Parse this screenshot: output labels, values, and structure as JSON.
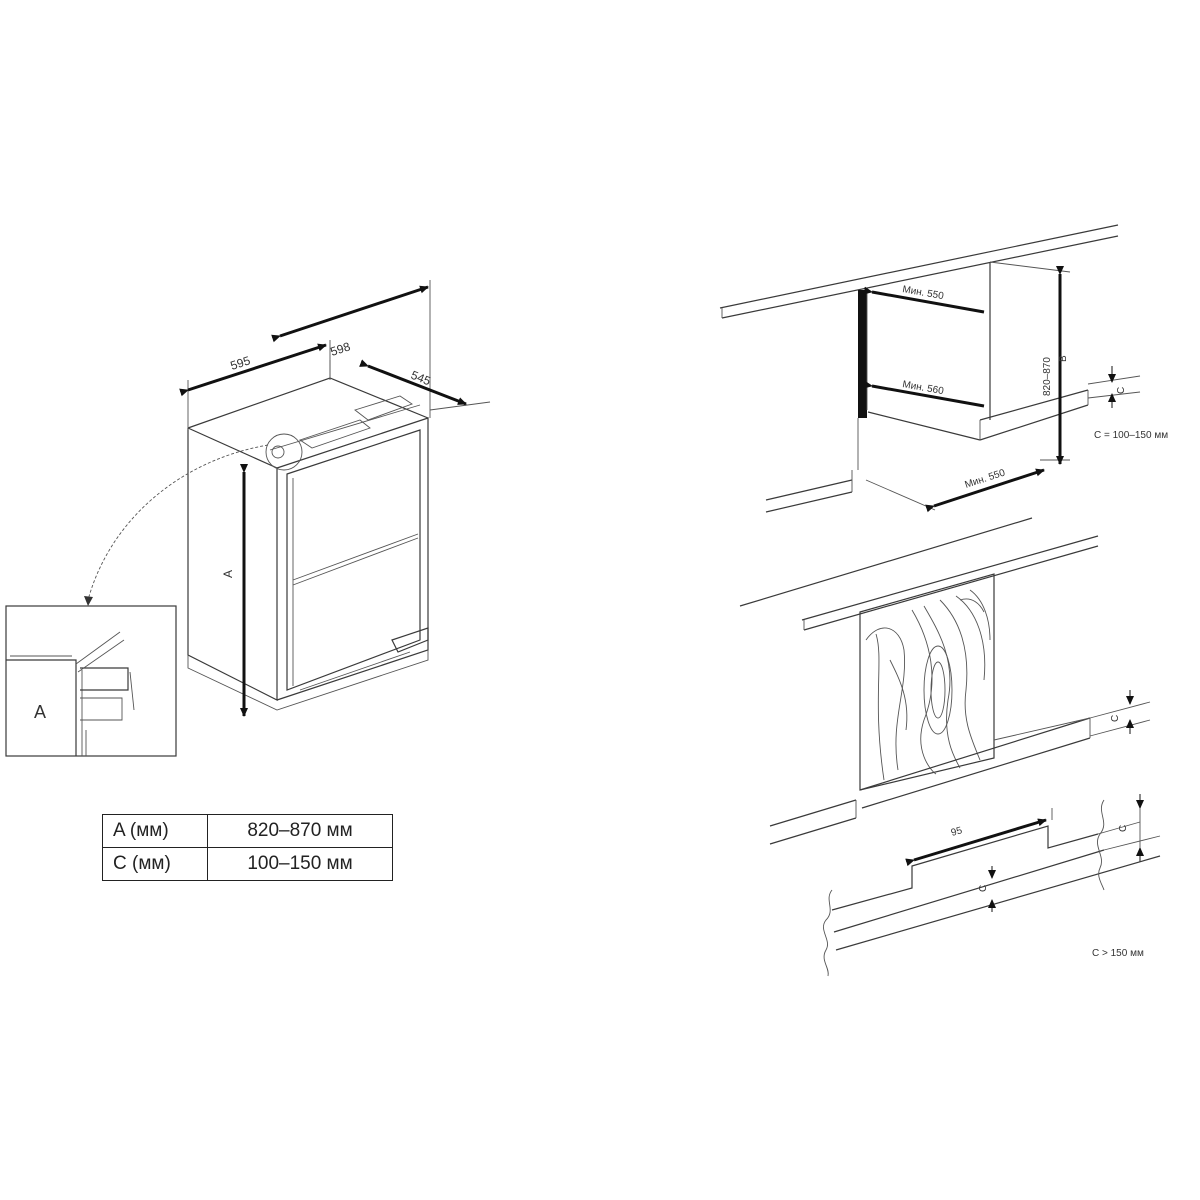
{
  "left_figure": {
    "dims": {
      "width": "595",
      "width_top": "598",
      "depth": "545",
      "height_label": "A"
    },
    "detail_label": "A"
  },
  "table": {
    "rows": [
      {
        "param": "A (мм)",
        "value": "820–870 мм"
      },
      {
        "param": "C (мм)",
        "value": "100–150 мм"
      }
    ]
  },
  "right_top": {
    "min_width_top": "Мин. 550",
    "min_width_bottom": "Мин. 560",
    "min_depth": "Мин. 550",
    "height_range": "820–870",
    "height_letter": "B",
    "plinth_letter": "C",
    "plinth_note": "C = 100–150 мм"
  },
  "right_bottom": {
    "plinth_letter": "C",
    "plinth_letter_2": "C",
    "plinth_letter_3": "C",
    "vent_dim": "95",
    "plinth_note": "C > 150 мм"
  }
}
